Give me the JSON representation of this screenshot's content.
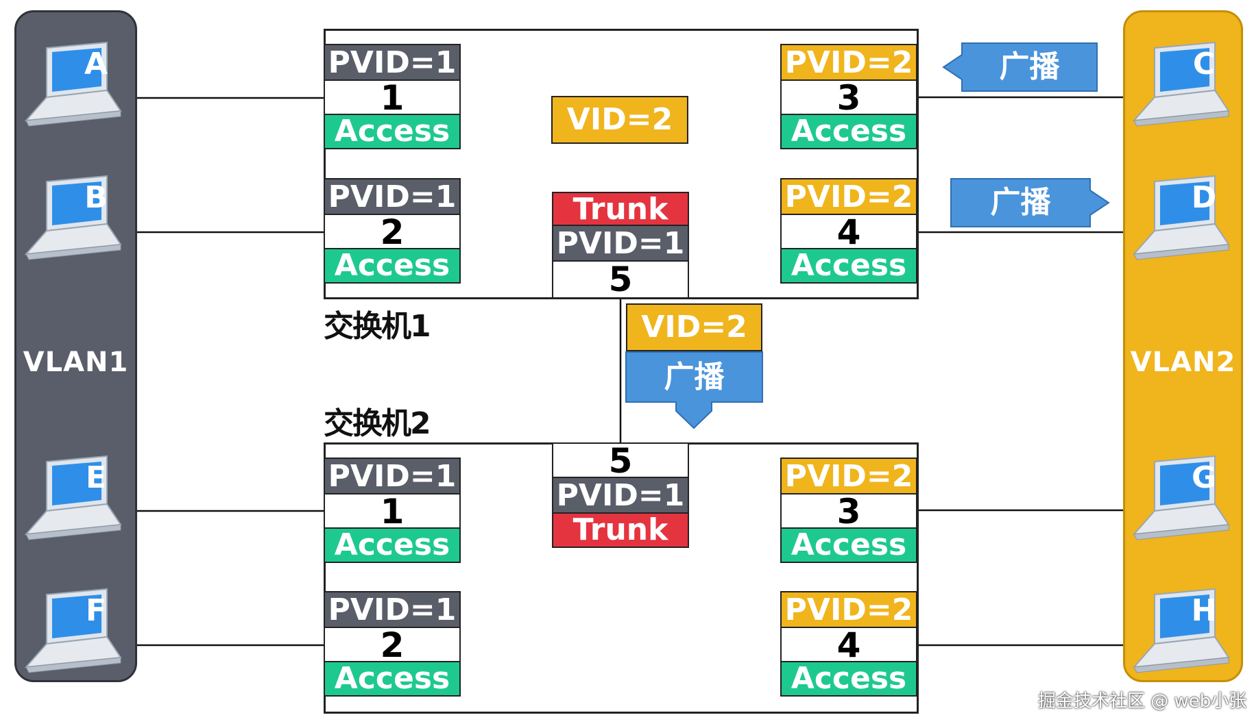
{
  "vlans": {
    "left": "VLAN1",
    "right": "VLAN2"
  },
  "hosts": [
    "A",
    "B",
    "C",
    "D",
    "E",
    "F",
    "G",
    "H"
  ],
  "switch1": {
    "label": "交换机1",
    "ports": [
      {
        "pvid": "PVID=1",
        "number": "1",
        "mode": "Access"
      },
      {
        "pvid": "PVID=1",
        "number": "2",
        "mode": "Access"
      },
      {
        "pvid": "PVID=2",
        "number": "3",
        "mode": "Access"
      },
      {
        "pvid": "PVID=2",
        "number": "4",
        "mode": "Access"
      },
      {
        "pvid": "PVID=1",
        "number": "5",
        "mode": "Trunk"
      }
    ]
  },
  "switch2": {
    "label": "交换机2",
    "ports": [
      {
        "pvid": "PVID=1",
        "number": "1",
        "mode": "Access"
      },
      {
        "pvid": "PVID=1",
        "number": "2",
        "mode": "Access"
      },
      {
        "pvid": "PVID=2",
        "number": "3",
        "mode": "Access"
      },
      {
        "pvid": "PVID=2",
        "number": "4",
        "mode": "Access"
      },
      {
        "pvid": "PVID=1",
        "number": "5",
        "mode": "Trunk"
      }
    ]
  },
  "broadcast": {
    "label": "广播",
    "vid_tag": "VID=2"
  },
  "watermark": "掘金技术社区 @ web小张",
  "colors": {
    "vlan1": "#595e6a",
    "vlan2": "#f0b41c",
    "access": "#1ec98f",
    "trunk": "#e43440",
    "broadcast": "#4a94dc",
    "pvid_vlan1": "#5a5e69",
    "pvid_vlan2": "#f0b41c"
  }
}
